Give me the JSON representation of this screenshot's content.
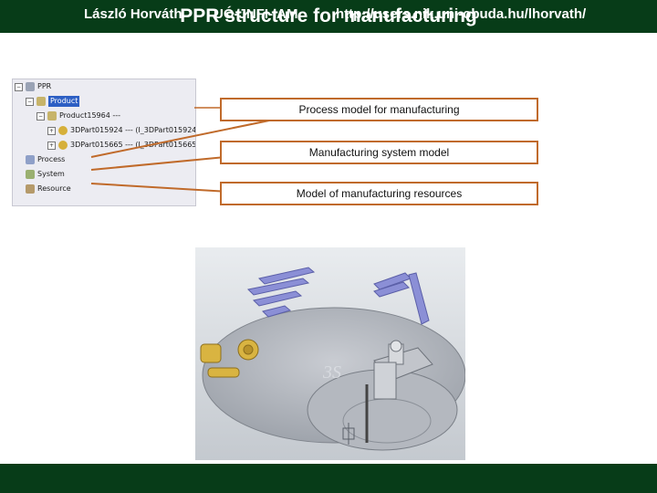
{
  "header": {
    "title": "PPR structure for manufacturing"
  },
  "tree": {
    "root": "PPR",
    "product": "Product",
    "product_child": "Product15964 ---",
    "part1": "3DPart015924 --- (I_3DPart015924",
    "part2": "3DPart015665 --- (I_3DPart015665",
    "process": "Process",
    "system": "System",
    "resource": "Resource"
  },
  "labels": {
    "process_model": "Process model for manufacturing",
    "system_model": "Manufacturing system model",
    "resources_model": "Model of manufacturing resources"
  },
  "footer": {
    "author": "László Horváth",
    "institute": "UÓ-JNFI-IAM",
    "url": "http://users.nik.uni-obuda.hu/lhorvath/"
  },
  "colors": {
    "bar": "#073c18",
    "connector": "#c06a2a"
  }
}
